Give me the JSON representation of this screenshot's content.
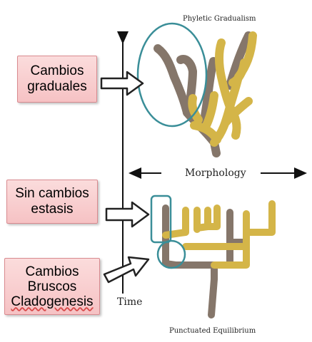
{
  "title_top": "Phyletic Gradualism",
  "title_bottom": "Punctuated Equilibrium",
  "axis_morphology": "Morphology",
  "axis_time": "Time",
  "labels": {
    "gradual": [
      "Cambios",
      "graduales"
    ],
    "stasis": [
      "Sin cambios",
      "estasis"
    ],
    "abrupt": [
      "Cambios",
      "Bruscos",
      "Cladogenesis"
    ]
  },
  "colors": {
    "branch_gold": "#d4b548",
    "branch_gray": "#85766a",
    "circle": "#3a8e98",
    "box_fill": "#f6c2c4"
  }
}
